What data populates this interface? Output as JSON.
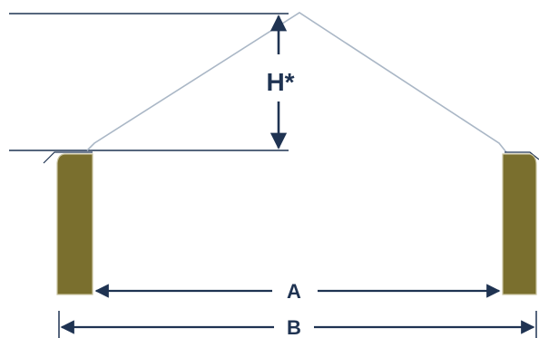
{
  "labels": {
    "height": "H*",
    "inner_width": "A",
    "outer_width": "B"
  },
  "colors": {
    "ink": "#1f3352",
    "roof_line": "#aab7c6",
    "wall_fill": "#7a6f2e",
    "wall_edge": "#c9c3a0"
  }
}
